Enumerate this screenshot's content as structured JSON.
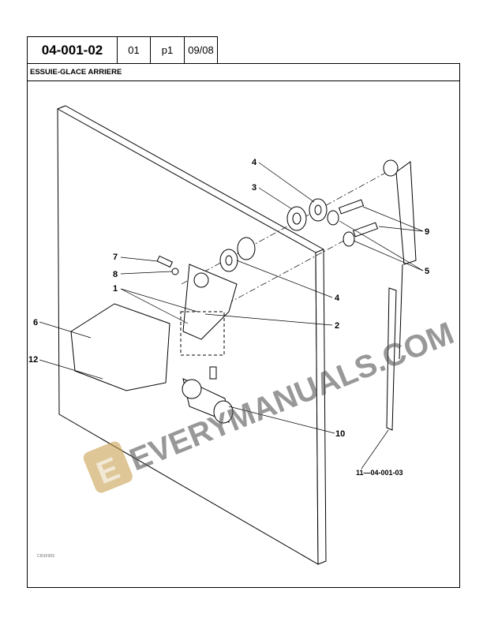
{
  "header": {
    "reference": "04-001-02",
    "revision": "01",
    "page": "p1",
    "date": "09/08"
  },
  "title": "ESSUIE-GLACE ARRIERE",
  "drawing_code": "CI01F003",
  "callouts": {
    "c4a": "4",
    "c3": "3",
    "c9": "9",
    "c5": "5",
    "c7": "7",
    "c8": "8",
    "c1": "1",
    "c4b": "4",
    "c2": "2",
    "c6": "6",
    "c12": "12",
    "c10": "10",
    "c11": "11—04-001-03"
  },
  "watermark": "EVERYMANUALS.COM",
  "watermark_logo": "E"
}
